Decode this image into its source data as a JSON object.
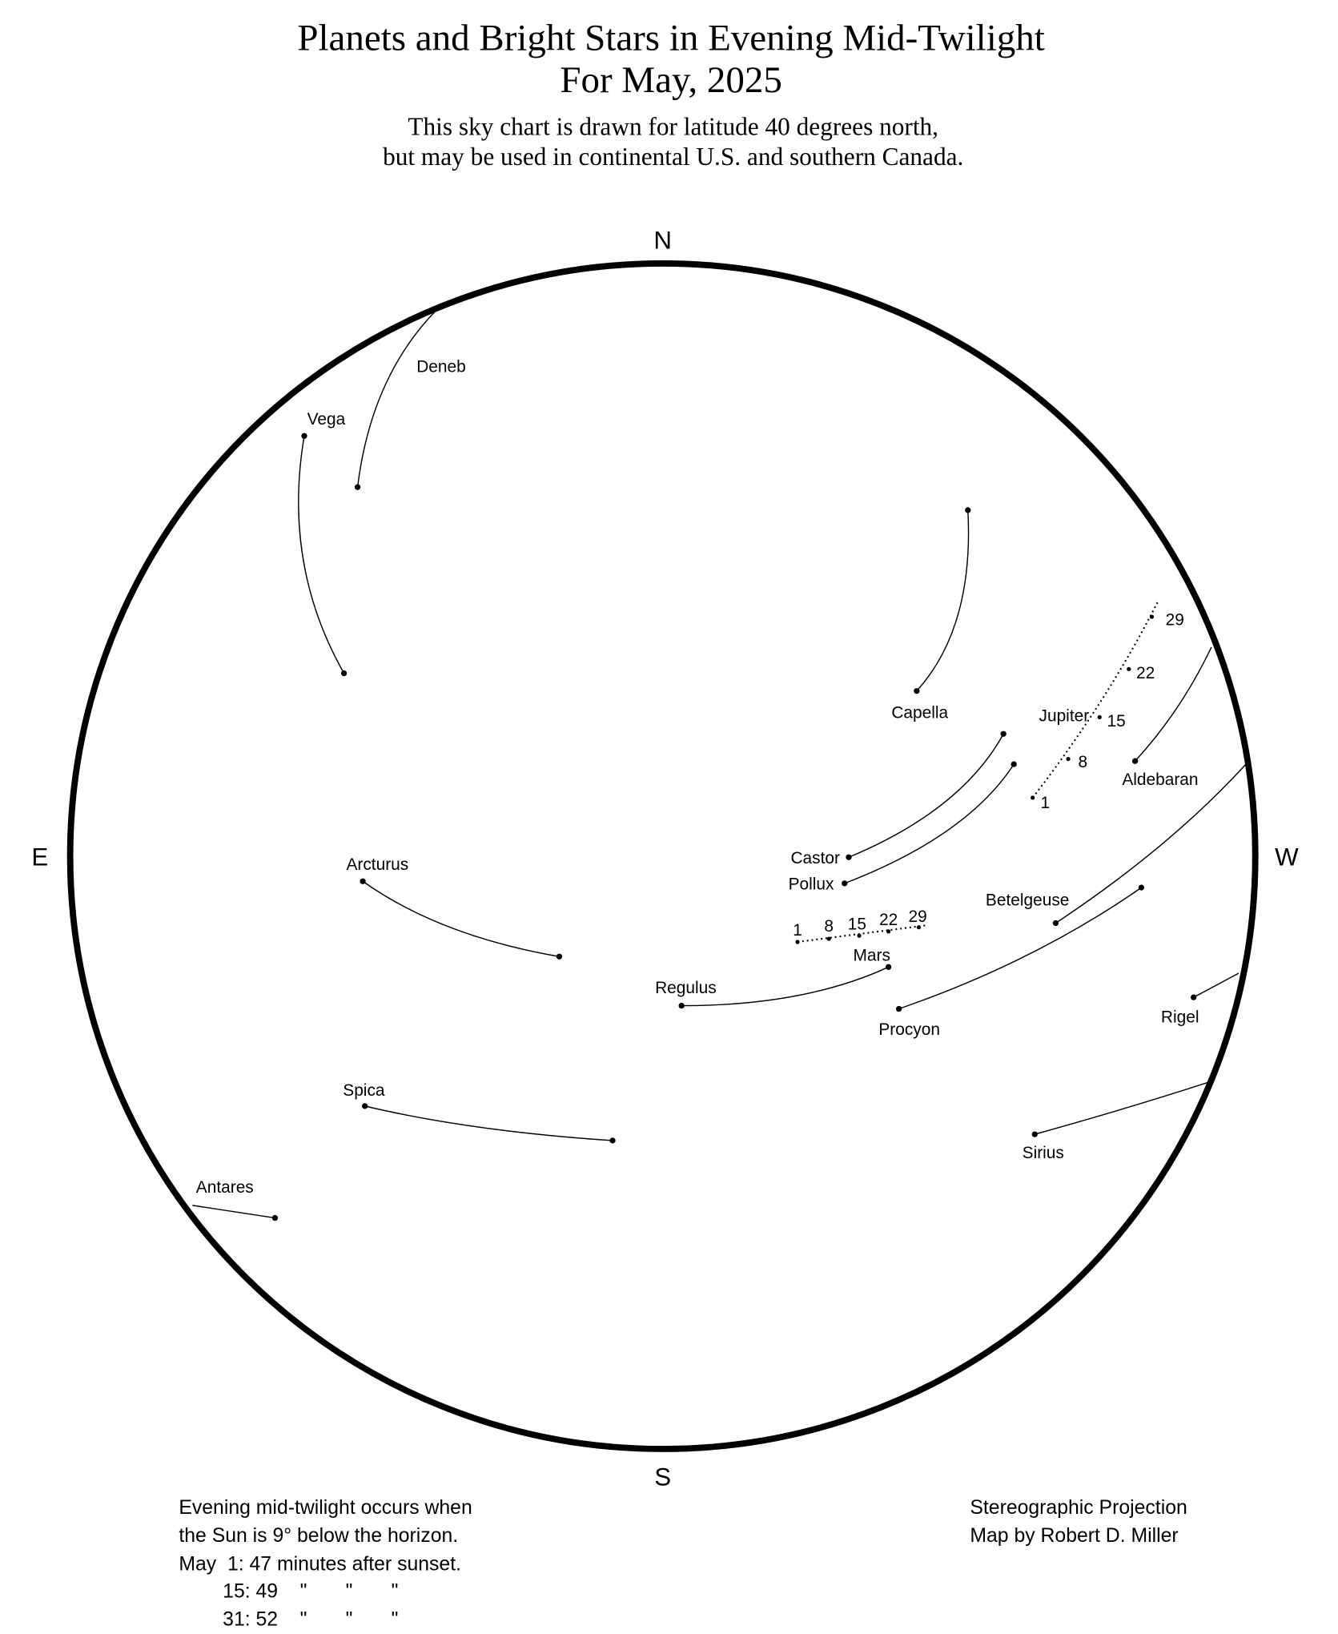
{
  "title": {
    "line1": "Planets and Bright Stars in Evening Mid-Twilight",
    "line2": "For May, 2025"
  },
  "subtitle": {
    "line1": "This sky chart is drawn for latitude 40 degrees north,",
    "line2": "but may be used in continental U.S. and southern Canada."
  },
  "directions": {
    "north": "N",
    "south": "S",
    "east": "E",
    "west": "W"
  },
  "stars": {
    "deneb": "Deneb",
    "vega": "Vega",
    "capella": "Capella",
    "aldebaran": "Aldebaran",
    "castor": "Castor",
    "pollux": "Pollux",
    "betelgeuse": "Betelgeuse",
    "procyon": "Procyon",
    "regulus": "Regulus",
    "arcturus": "Arcturus",
    "rigel": "Rigel",
    "spica": "Spica",
    "sirius": "Sirius",
    "antares": "Antares"
  },
  "planets": {
    "jupiter": {
      "name": "Jupiter",
      "dates": [
        "1",
        "8",
        "15",
        "22",
        "29"
      ]
    },
    "mars": {
      "name": "Mars",
      "dates": [
        "1",
        "8",
        "15",
        "22",
        "29"
      ]
    }
  },
  "notes": {
    "left": [
      "Evening mid-twilight occurs when",
      "the Sun is 9° below the horizon.",
      "May  1: 47 minutes after sunset.",
      "15: 49    \"       \"       \"",
      "31: 52    \"       \"       \""
    ],
    "right": [
      "Stereographic Projection",
      "Map by Robert D. Miller"
    ]
  }
}
